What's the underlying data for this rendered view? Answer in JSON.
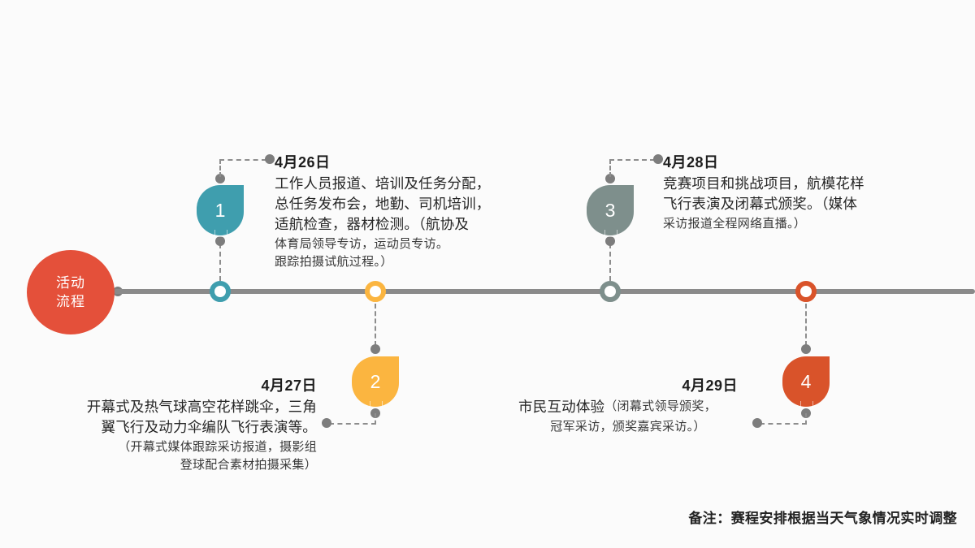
{
  "theme": {
    "background": "#fbfbfb",
    "axis_color": "#8a8a8a",
    "connector_color": "#8d8d8d",
    "start_color": "#e4503a",
    "node_colors": [
      "#3f9eae",
      "#fbb540",
      "#7e8f8c",
      "#d9532a"
    ]
  },
  "start": {
    "label_line1": "活动",
    "label_line2": "流程"
  },
  "nodes": [
    {
      "number": "1",
      "date": "4月26日",
      "color": "#3f9eae",
      "position": "above",
      "main_lines": [
        "工作人员报道、培训及任务分配，",
        "总任务发布会，地勤、司机培训，",
        "适航检查，器材检测。（航协及"
      ],
      "sub_lines": [
        "体育局领导专访，运动员专访。",
        "跟踪拍摄试航过程。）"
      ]
    },
    {
      "number": "2",
      "date": "4月27日",
      "color": "#fbb540",
      "position": "below",
      "main_lines": [
        "开幕式及热气球高空花样跳伞，三角",
        "翼飞行及动力伞编队飞行表演等。"
      ],
      "sub_lines": [
        "（开幕式媒体跟踪采访报道，摄影组",
        "登球配合素材拍摄采集）"
      ]
    },
    {
      "number": "3",
      "date": "4月28日",
      "color": "#7e8f8c",
      "position": "above",
      "main_lines": [
        "竞赛项目和挑战项目，航模花样",
        "飞行表演及闭幕式颁奖。（媒体"
      ],
      "sub_lines": [
        "采访报道全程网络直播。）"
      ]
    },
    {
      "number": "4",
      "date": "4月29日",
      "color": "#d9532a",
      "position": "below",
      "main_lines": [
        "市民互动体验"
      ],
      "sub_lines": [
        "（闭幕式领导颁奖，",
        "冠军采访，颁奖嘉宾采访。）"
      ]
    }
  ],
  "footnote": "备注：赛程安排根据当天气象情况实时调整"
}
